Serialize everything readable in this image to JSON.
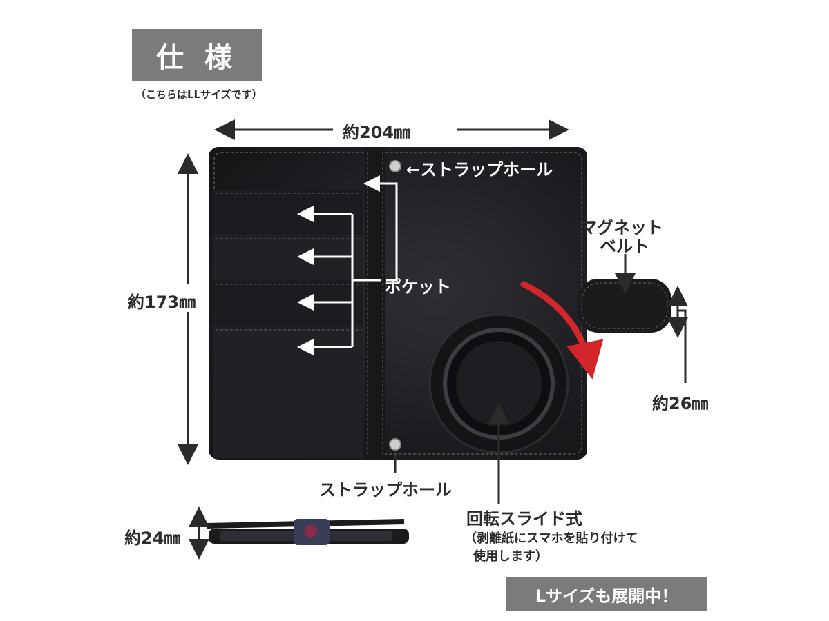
{
  "header": {
    "title": "仕 様",
    "note": "（こちらはLLサイズです）"
  },
  "dimensions": {
    "width": "約204㎜",
    "height": "約173㎜",
    "belt_width": "約26㎜",
    "thickness": "約24㎜"
  },
  "callouts": {
    "strap_hole_top": "←ストラップホール",
    "magnet_belt_line1": "マグネット",
    "magnet_belt_line2": "ベルト",
    "pocket": "ポケット",
    "strap_hole_bottom": "ストラップホール",
    "rotate_slide": "回転スライド式",
    "rotate_note_line1": "（剥離紙にスマホを貼り付けて",
    "rotate_note_line2": "使用します）"
  },
  "footer": {
    "badge": "Lサイズも展開中！"
  },
  "colors": {
    "badge_bg": "#7b7b7b",
    "case_black": "#1f1f23",
    "rotate_arrow": "#d3262a",
    "stitch": "#55555d"
  }
}
